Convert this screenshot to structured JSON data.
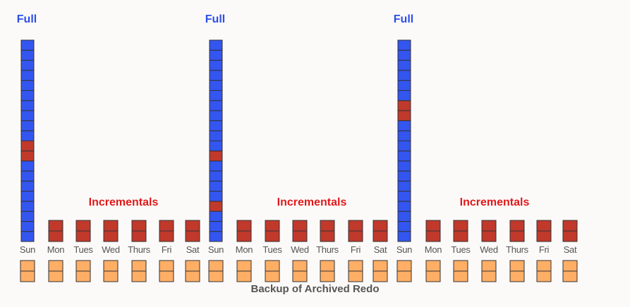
{
  "full_label": "Full",
  "incrementals_label": "Incrementals",
  "footer": "Backup of Archived Redo",
  "days": [
    "Sun",
    "Mon",
    "Tues",
    "Wed",
    "Thurs",
    "Fri",
    "Sat",
    "Sun",
    "Mon",
    "Tues",
    "Wed",
    "Thurs",
    "Fri",
    "Sat",
    "Sun",
    "Mon",
    "Tues",
    "Wed",
    "Thurs",
    "Fri",
    "Sat"
  ],
  "colors": {
    "full_block": "#3355f0",
    "changed_block": "#c0392b",
    "incremental_block": "#c0392b",
    "archived_redo_block": "#ffae66",
    "full_label": "#2b4ee8",
    "incrementals_label": "#e01a1a"
  },
  "full_backups": [
    {
      "day": "Sun",
      "changed_blocks_from_bottom": [
        8,
        9
      ]
    },
    {
      "day": "Sun",
      "changed_blocks_from_bottom": [
        3,
        8
      ]
    },
    {
      "day": "Sun",
      "changed_blocks_from_bottom": [
        12,
        13
      ]
    }
  ]
}
